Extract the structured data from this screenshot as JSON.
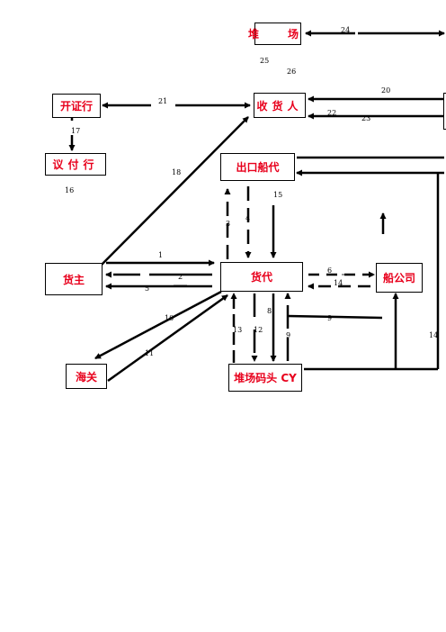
{
  "colors": {
    "node_text": "#e8001c",
    "line": "#000000"
  },
  "nodes": {
    "yard": "堆　场",
    "consignee": "收货人",
    "lc_bank": "开证行",
    "negotiating_bank": "议付行",
    "export_agent": "出口船代",
    "shipper": "货主",
    "forwarder": "货代",
    "shipping_company": "船公司",
    "customs": "海关",
    "terminal": "堆场码头 CY"
  },
  "step_numbers": {
    "s1": "1",
    "s2": "2",
    "s3": "3",
    "s4": "4",
    "s5": "5",
    "s6": "6",
    "s8": "8",
    "s9a": "9",
    "s9b": "9",
    "s10": "10",
    "s11": "11",
    "s12": "12",
    "s13": "13",
    "s14a": "14",
    "s14b": "14",
    "s15": "15",
    "s16": "16",
    "s17": "17",
    "s18": "18",
    "s20": "20",
    "s21": "21",
    "s22": "22",
    "s23": "23",
    "s24": "24",
    "s25": "25",
    "s26": "26"
  }
}
